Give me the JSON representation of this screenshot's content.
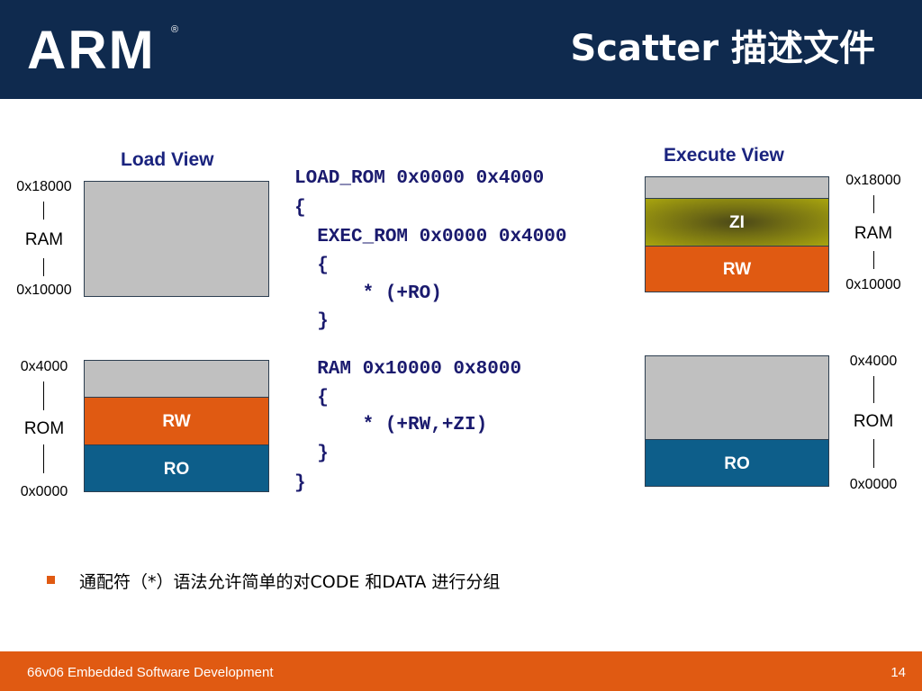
{
  "header": {
    "logo": "ARM",
    "logo_mark": "®",
    "title": "Scatter 描述文件"
  },
  "load_view": {
    "title": "Load View",
    "ram": {
      "top_addr": "0x18000",
      "label": "RAM",
      "bottom_addr": "0x10000"
    },
    "rom": {
      "top_addr": "0x4000",
      "label": "ROM",
      "bottom_addr": "0x0000",
      "segments": [
        "RW",
        "RO"
      ]
    }
  },
  "execute_view": {
    "title": "Execute View",
    "ram": {
      "top_addr": "0x18000",
      "label": "RAM",
      "bottom_addr": "0x10000",
      "segments": [
        "ZI",
        "RW"
      ]
    },
    "rom": {
      "top_addr": "0x4000",
      "label": "ROM",
      "bottom_addr": "0x0000",
      "segments": [
        "RO"
      ]
    }
  },
  "code_lines": [
    "LOAD_ROM 0x0000 0x4000",
    "{",
    "  EXEC_ROM 0x0000 0x4000",
    "  {",
    "      * (+RO)",
    "  }",
    "  RAM 0x10000 0x8000",
    "  {",
    "      * (+RW,+ZI)",
    "  }",
    "}"
  ],
  "bullet": "通配符（*）语法允许简单的对CODE 和DATA 进行分组",
  "footer": {
    "course": "66v06 Embedded Software Development",
    "page": "14"
  },
  "colors": {
    "header_bg": "#0f2a4e",
    "footer_bg": "#e05a12",
    "rw": "#e05a12",
    "ro": "#0d5e8a",
    "zi": "#a9a50e",
    "empty": "#c0c0c0",
    "heading": "#1a237e"
  }
}
